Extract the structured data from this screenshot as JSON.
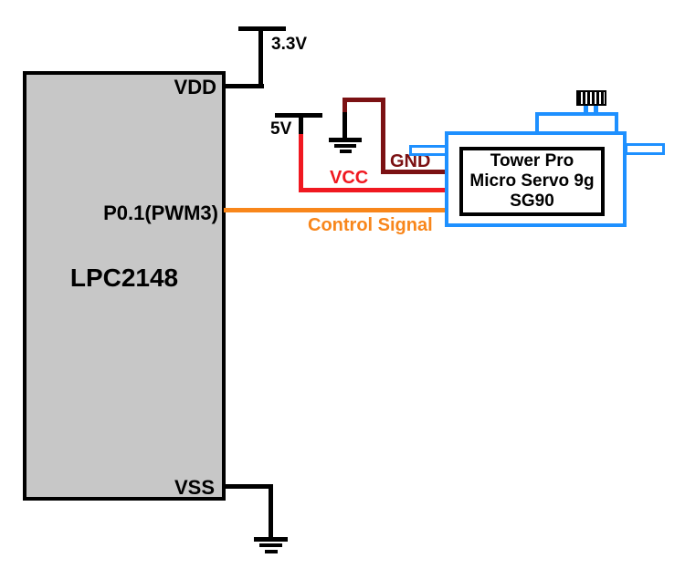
{
  "mcu": {
    "name": "LPC2148",
    "pin_vdd": "VDD",
    "pin_pwm": "P0.1(PWM3)",
    "pin_vss": "VSS"
  },
  "supplies": {
    "vdd_rail": "3.3V",
    "servo_rail": "5V"
  },
  "wire_labels": {
    "vcc": "VCC",
    "gnd": "GND",
    "control": "Control Signal"
  },
  "servo": {
    "name_line1": "Tower Pro",
    "name_line2": "Micro Servo 9g",
    "name_line3": "SG90"
  },
  "colors": {
    "wire_black": "#000000",
    "wire_vcc_red": "#f01820",
    "wire_gnd_maroon": "#7b1113",
    "wire_control_orange": "#f8861b",
    "servo_blue": "#1e90ff",
    "mcu_fill_gray": "#c7c7c7"
  }
}
